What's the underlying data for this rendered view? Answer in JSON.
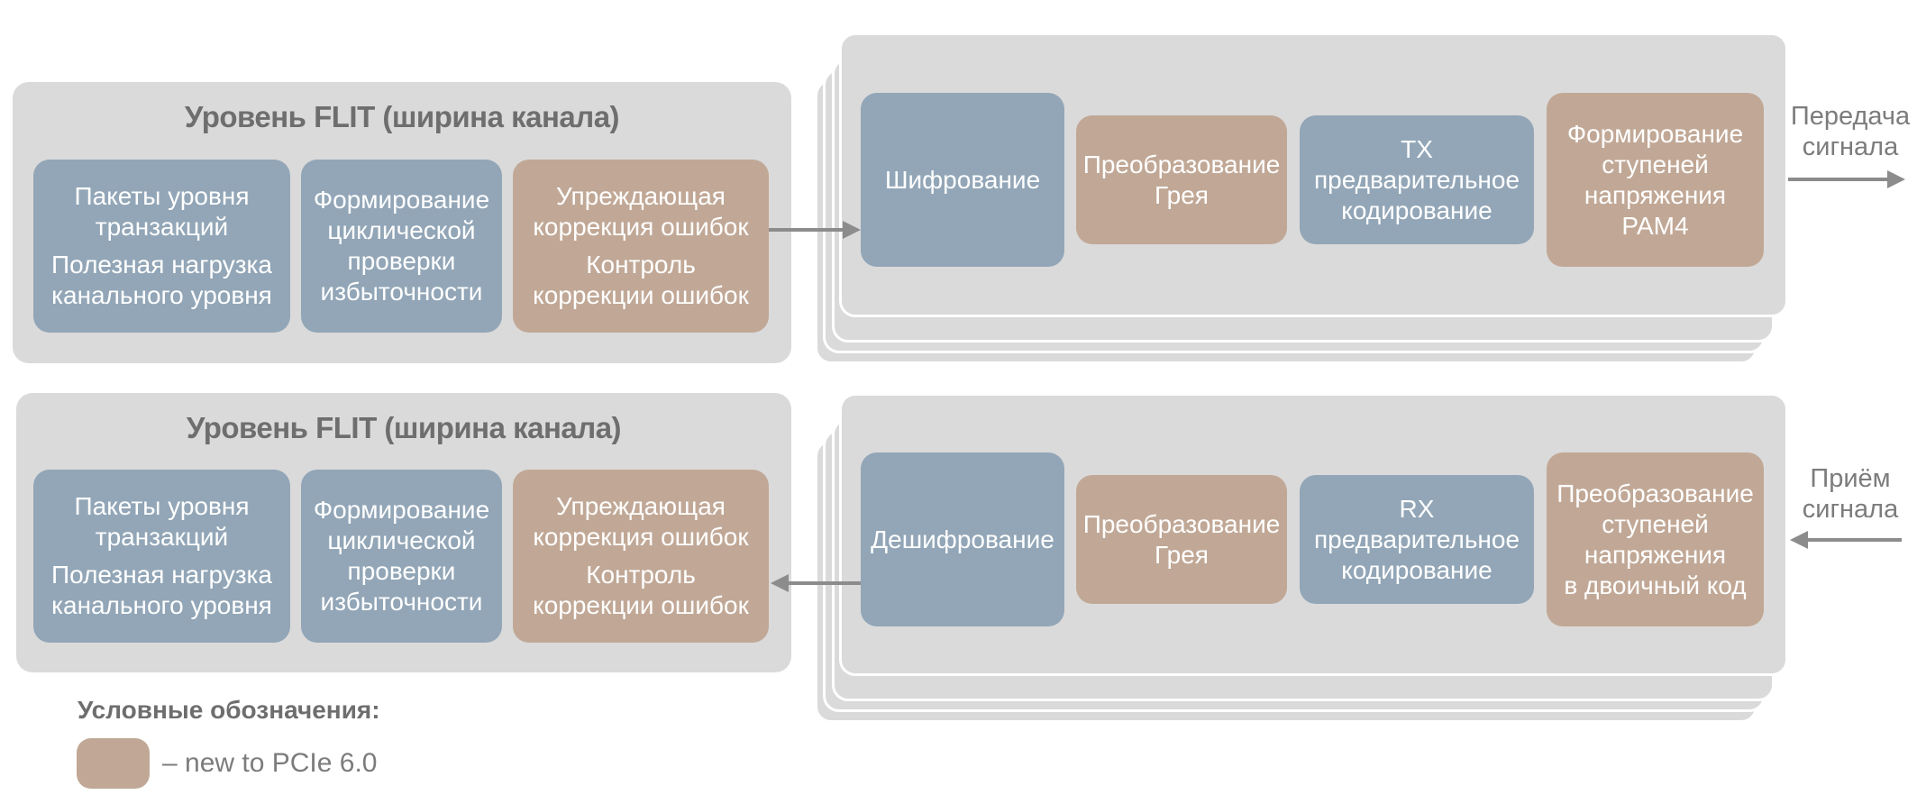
{
  "colors": {
    "panel": "#dadada",
    "box_blue": "#92a6b7",
    "box_tan": "#c1a896",
    "arrow": "#8c8c8c",
    "title_text": "#6e6e6e",
    "label_text": "#7c7c7c"
  },
  "tx_flit": {
    "title": "Уровень FLIT (ширина канала)",
    "box1": {
      "line_a": "Пакеты уровня\nтранзакций",
      "line_b": "Полезная нагрузка\nканального уровня"
    },
    "box2": {
      "text": "Формирование\nциклической\nпроверки\nизбыточности"
    },
    "box3": {
      "line_a": "Упреждающая\nкоррекция ошибок",
      "line_b": "Контроль\nкоррекции ошибок"
    }
  },
  "tx_phy": {
    "b1": "Шифрование",
    "b2": "Преобразование\nГрея",
    "b3": "TX\nпредварительное\nкодирование",
    "b4": "Формирование\nступеней\nнапряжения\nPAM4",
    "out_label": "Передача\nсигнала"
  },
  "rx_flit": {
    "title": "Уровень FLIT (ширина канала)",
    "box1": {
      "line_a": "Пакеты уровня\nтранзакций",
      "line_b": "Полезная нагрузка\nканального уровня"
    },
    "box2": {
      "text": "Формирование\nциклической\nпроверки\nизбыточности"
    },
    "box3": {
      "line_a": "Упреждающая\nкоррекция ошибок",
      "line_b": "Контроль\nкоррекции ошибок"
    }
  },
  "rx_phy": {
    "b1": "Дешифрование",
    "b2": "Преобразование\nГрея",
    "b3": "RX\nпредварительное\nкодирование",
    "b4": "Преобразование\nступеней\nнапряжения\nв двоичный код",
    "in_label": "Приём\nсигнала"
  },
  "legend": {
    "title": "Условные обозначения:",
    "item_text": "– new to PCIe 6.0"
  }
}
